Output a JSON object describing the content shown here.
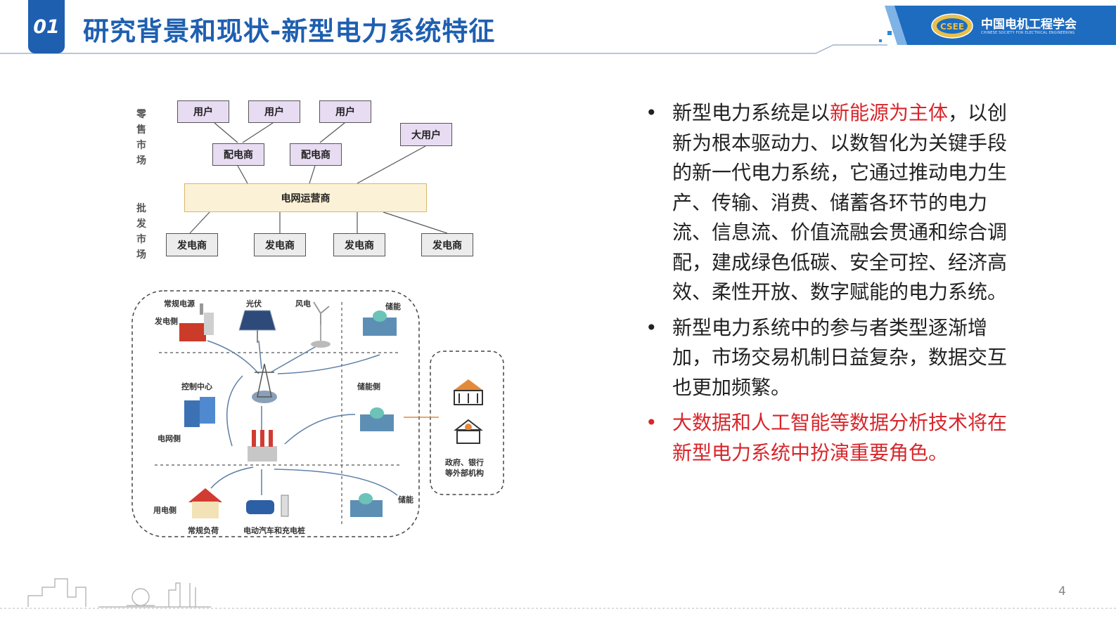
{
  "header": {
    "section_number": "01",
    "title": "研究背景和现状-新型电力系统特征",
    "org_name": "中国电机工程学会",
    "org_en": "CHINESE SOCIETY FOR ELECTRICAL ENGINEERING",
    "logo_text": "CSEE",
    "accent_color": "#1e5fb0"
  },
  "diagram": {
    "retail_label": "零售市场",
    "wholesale_label": "批发市场",
    "users": [
      "用户",
      "用户",
      "用户"
    ],
    "big_user": "大用户",
    "distributors": [
      "配电商",
      "配电商"
    ],
    "operator": "电网运营商",
    "generators": [
      "发电商",
      "发电商",
      "发电商",
      "发电商"
    ],
    "system": {
      "conventional_source": "常规电源",
      "pv": "光伏",
      "wind": "风电",
      "storage_top": "储能",
      "generation_side": "发电侧",
      "control_center": "控制中心",
      "storage_side": "储能侧",
      "grid_side": "电网侧",
      "consumer_side": "用电侧",
      "regular_load": "常规负荷",
      "ev": "电动汽车和充电桩",
      "storage_bottom": "储能",
      "external_line1": "政府、银行",
      "external_line2": "等外部机构"
    }
  },
  "bullets": {
    "b1_a": "新型电力系统是以",
    "b1_red": "新能源为主体",
    "b1_b": "，以创新为根本驱动力、以数智化为关键手段的新一代电力系统，它通过推动电力生产、传输、消费、储蓄各环节的电力流、信息流、价值流融会贯通和综合调配，建成绿色低碳、安全可控、经济高效、柔性开放、数字赋能的电力系统。",
    "b2": "新型电力系统中的参与者类型逐渐增加，市场交易机制日益复杂，数据交互也更加频繁。",
    "b3": "大数据和人工智能等数据分析技术将在新型电力系统中扮演重要角色。",
    "bullet_char": "•",
    "highlight_color": "#d8262b"
  },
  "page_number": "4"
}
